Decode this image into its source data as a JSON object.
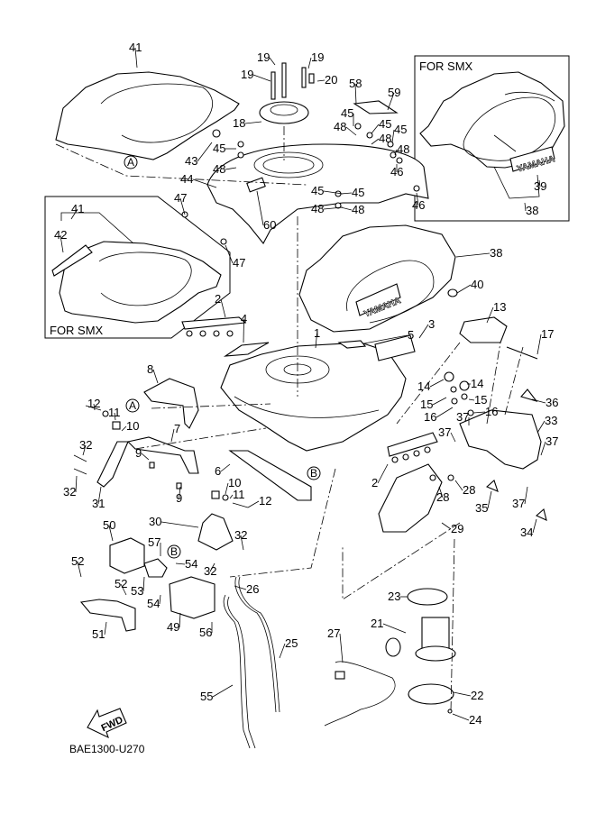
{
  "diagram": {
    "title": "Fuel tank parts diagram",
    "code": "BAE1300-U270",
    "fwd_label": "FWD",
    "boxes": [
      {
        "id": "smx-tank-cover",
        "title": "FOR SMX"
      },
      {
        "id": "smx-seat-cover",
        "title": "FOR SMX"
      }
    ],
    "refs": [
      {
        "id": "A1",
        "text": "A"
      },
      {
        "id": "A2",
        "text": "A"
      },
      {
        "id": "B1",
        "text": "B"
      },
      {
        "id": "B2",
        "text": "B"
      }
    ],
    "brand_decal": "YAMAHA",
    "labels": [
      {
        "id": "l41a",
        "text": "41"
      },
      {
        "id": "l19a",
        "text": "19"
      },
      {
        "id": "l19b",
        "text": "19"
      },
      {
        "id": "l19c",
        "text": "19"
      },
      {
        "id": "l20",
        "text": "20"
      },
      {
        "id": "l18",
        "text": "18"
      },
      {
        "id": "l58",
        "text": "58"
      },
      {
        "id": "l59",
        "text": "59"
      },
      {
        "id": "l45a",
        "text": "45"
      },
      {
        "id": "l48a",
        "text": "48"
      },
      {
        "id": "l45b",
        "text": "45"
      },
      {
        "id": "l48b",
        "text": "48"
      },
      {
        "id": "l45c",
        "text": "45"
      },
      {
        "id": "l48c",
        "text": "48"
      },
      {
        "id": "l45d",
        "text": "45"
      },
      {
        "id": "l48d",
        "text": "48"
      },
      {
        "id": "l45e",
        "text": "45"
      },
      {
        "id": "l48e",
        "text": "48"
      },
      {
        "id": "l46a",
        "text": "46"
      },
      {
        "id": "l45f",
        "text": "45"
      },
      {
        "id": "l48f",
        "text": "48"
      },
      {
        "id": "l46b",
        "text": "46"
      },
      {
        "id": "l43",
        "text": "43"
      },
      {
        "id": "l44",
        "text": "44"
      },
      {
        "id": "l47a",
        "text": "47"
      },
      {
        "id": "l47b",
        "text": "47"
      },
      {
        "id": "l60",
        "text": "60"
      },
      {
        "id": "l41b",
        "text": "41"
      },
      {
        "id": "l42",
        "text": "42"
      },
      {
        "id": "l39",
        "text": "39"
      },
      {
        "id": "l38a",
        "text": "38"
      },
      {
        "id": "l38b",
        "text": "38"
      },
      {
        "id": "l40",
        "text": "40"
      },
      {
        "id": "l2a",
        "text": "2"
      },
      {
        "id": "l4",
        "text": "4"
      },
      {
        "id": "l1",
        "text": "1"
      },
      {
        "id": "l5",
        "text": "5"
      },
      {
        "id": "l3",
        "text": "3"
      },
      {
        "id": "l13",
        "text": "13"
      },
      {
        "id": "l17",
        "text": "17"
      },
      {
        "id": "l8",
        "text": "8"
      },
      {
        "id": "l12a",
        "text": "12"
      },
      {
        "id": "l11a",
        "text": "11"
      },
      {
        "id": "l10a",
        "text": "10"
      },
      {
        "id": "l7",
        "text": "7"
      },
      {
        "id": "l32a",
        "text": "32"
      },
      {
        "id": "l32b",
        "text": "32"
      },
      {
        "id": "l31",
        "text": "31"
      },
      {
        "id": "l9a",
        "text": "9"
      },
      {
        "id": "l9b",
        "text": "9"
      },
      {
        "id": "l6",
        "text": "6"
      },
      {
        "id": "l10b",
        "text": "10"
      },
      {
        "id": "l11b",
        "text": "11"
      },
      {
        "id": "l12b",
        "text": "12"
      },
      {
        "id": "l14a",
        "text": "14"
      },
      {
        "id": "l14b",
        "text": "14"
      },
      {
        "id": "l15a",
        "text": "15"
      },
      {
        "id": "l15b",
        "text": "15"
      },
      {
        "id": "l16a",
        "text": "16"
      },
      {
        "id": "l16b",
        "text": "16"
      },
      {
        "id": "l36",
        "text": "36"
      },
      {
        "id": "l37a",
        "text": "37"
      },
      {
        "id": "l37b",
        "text": "37"
      },
      {
        "id": "l33",
        "text": "33"
      },
      {
        "id": "l37c",
        "text": "37"
      },
      {
        "id": "l37d",
        "text": "37"
      },
      {
        "id": "l2b",
        "text": "2"
      },
      {
        "id": "l28a",
        "text": "28"
      },
      {
        "id": "l28b",
        "text": "28"
      },
      {
        "id": "l35",
        "text": "35"
      },
      {
        "id": "l29",
        "text": "29"
      },
      {
        "id": "l34",
        "text": "34"
      },
      {
        "id": "l30",
        "text": "30"
      },
      {
        "id": "l32c",
        "text": "32"
      },
      {
        "id": "l32d",
        "text": "32"
      },
      {
        "id": "l50",
        "text": "50"
      },
      {
        "id": "l57",
        "text": "57"
      },
      {
        "id": "l54a",
        "text": "54"
      },
      {
        "id": "l52a",
        "text": "52"
      },
      {
        "id": "l52b",
        "text": "52"
      },
      {
        "id": "l53",
        "text": "53"
      },
      {
        "id": "l54b",
        "text": "54"
      },
      {
        "id": "l51",
        "text": "51"
      },
      {
        "id": "l49",
        "text": "49"
      },
      {
        "id": "l56",
        "text": "56"
      },
      {
        "id": "l26",
        "text": "26"
      },
      {
        "id": "l25",
        "text": "25"
      },
      {
        "id": "l55",
        "text": "55"
      },
      {
        "id": "l23",
        "text": "23"
      },
      {
        "id": "l21",
        "text": "21"
      },
      {
        "id": "l27",
        "text": "27"
      },
      {
        "id": "l22",
        "text": "22"
      },
      {
        "id": "l24",
        "text": "24"
      }
    ]
  }
}
